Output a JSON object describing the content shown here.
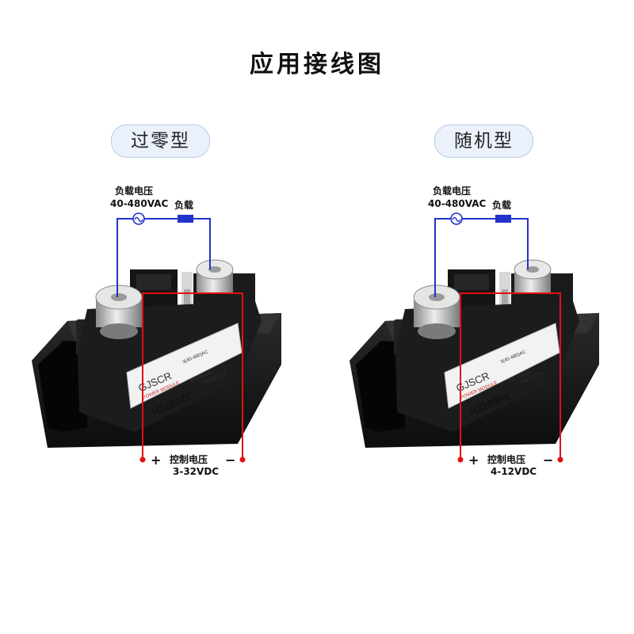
{
  "title": "应用接线图",
  "left": {
    "type_label": "过零型",
    "load_voltage_label": "负载电压",
    "load_voltage_range": "40-480VAC",
    "load_label": "负载",
    "plus": "+",
    "minus": "−",
    "control_label": "控制电压",
    "control_range": "3-32VDC",
    "device": {
      "brand": "GJSCR",
      "sub": "POWER MODULE",
      "model": "H3200ZE",
      "spec_top": "3(40-480)AC",
      "spec_control": "A 3-32VDC",
      "serial": "NO.120724"
    }
  },
  "right": {
    "type_label": "随机型",
    "load_voltage_label": "负载电压",
    "load_voltage_range": "40-480VAC",
    "load_label": "负载",
    "plus": "+",
    "minus": "−",
    "control_label": "控制电压",
    "control_range": "4-12VDC",
    "device": {
      "brand": "GJSCR",
      "sub": "POWER MODULE",
      "model": "H3200PE",
      "spec_top": "3(40-480)AC",
      "spec_control": "A 4-12VDC",
      "serial": "NO.120724"
    }
  },
  "colors": {
    "ac_wire": "#2233cc",
    "dc_wire": "#e01010",
    "housing": "#1a1a1a",
    "terminal": "#c9c9c9"
  }
}
